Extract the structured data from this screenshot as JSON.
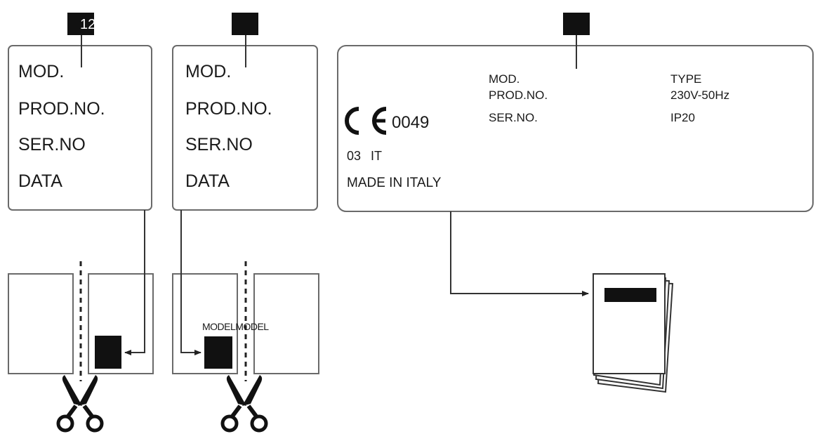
{
  "label_left": {
    "badge": "12",
    "lines": [
      "MOD.",
      "PROD.NO.",
      "SER.NO",
      "DATA"
    ]
  },
  "label_middle": {
    "badge": "",
    "lines": [
      "MOD.",
      "PROD.NO.",
      "SER.NO",
      "DATA"
    ],
    "sticker_text": "MODELMODEL"
  },
  "label_right": {
    "badge": "",
    "ce_number": "0049",
    "country_code_1": "03",
    "country_code_2": "IT",
    "made_in": "MADE IN ITALY",
    "fields_left": [
      "MOD.",
      "PROD.NO.",
      "SER.NO."
    ],
    "fields_right": [
      "TYPE",
      "230V-50Hz",
      "IP20"
    ]
  },
  "icons": [
    "scissors-icon",
    "scissors-icon",
    "ce-mark-icon",
    "manual-booklet-icon"
  ]
}
